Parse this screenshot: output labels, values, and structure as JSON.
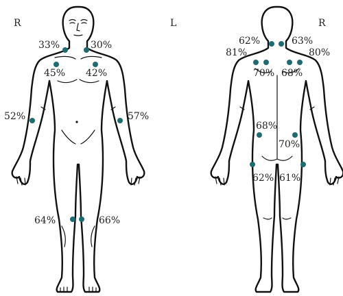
{
  "colors": {
    "dot": "#1f6b72",
    "outline": "#111111",
    "text": "#222222"
  },
  "front": {
    "side_left": "R",
    "points": [
      {
        "id": "front-right-neck",
        "label": "33%"
      },
      {
        "id": "front-left-neck",
        "label": "30%"
      },
      {
        "id": "front-right-chest",
        "label": "45%"
      },
      {
        "id": "front-left-chest",
        "label": "42%"
      },
      {
        "id": "front-right-arm",
        "label": "52%"
      },
      {
        "id": "front-left-arm",
        "label": "57%"
      },
      {
        "id": "front-right-knee",
        "label": "64%"
      },
      {
        "id": "front-left-knee",
        "label": "66%"
      }
    ]
  },
  "back": {
    "side_left": "L",
    "side_right": "R",
    "points": [
      {
        "id": "back-left-neck",
        "label": "62%"
      },
      {
        "id": "back-right-neck",
        "label": "63%"
      },
      {
        "id": "back-left-shoulder",
        "label": "81%"
      },
      {
        "id": "back-right-shoulder",
        "label": "80%"
      },
      {
        "id": "back-left-upper-back",
        "label": "70%"
      },
      {
        "id": "back-right-upper-back",
        "label": "68%"
      },
      {
        "id": "back-left-lower-back",
        "label": "68%"
      },
      {
        "id": "back-right-lower-back",
        "label": "70%"
      },
      {
        "id": "back-left-hip",
        "label": "62%"
      },
      {
        "id": "back-right-hip",
        "label": "61%"
      }
    ]
  }
}
